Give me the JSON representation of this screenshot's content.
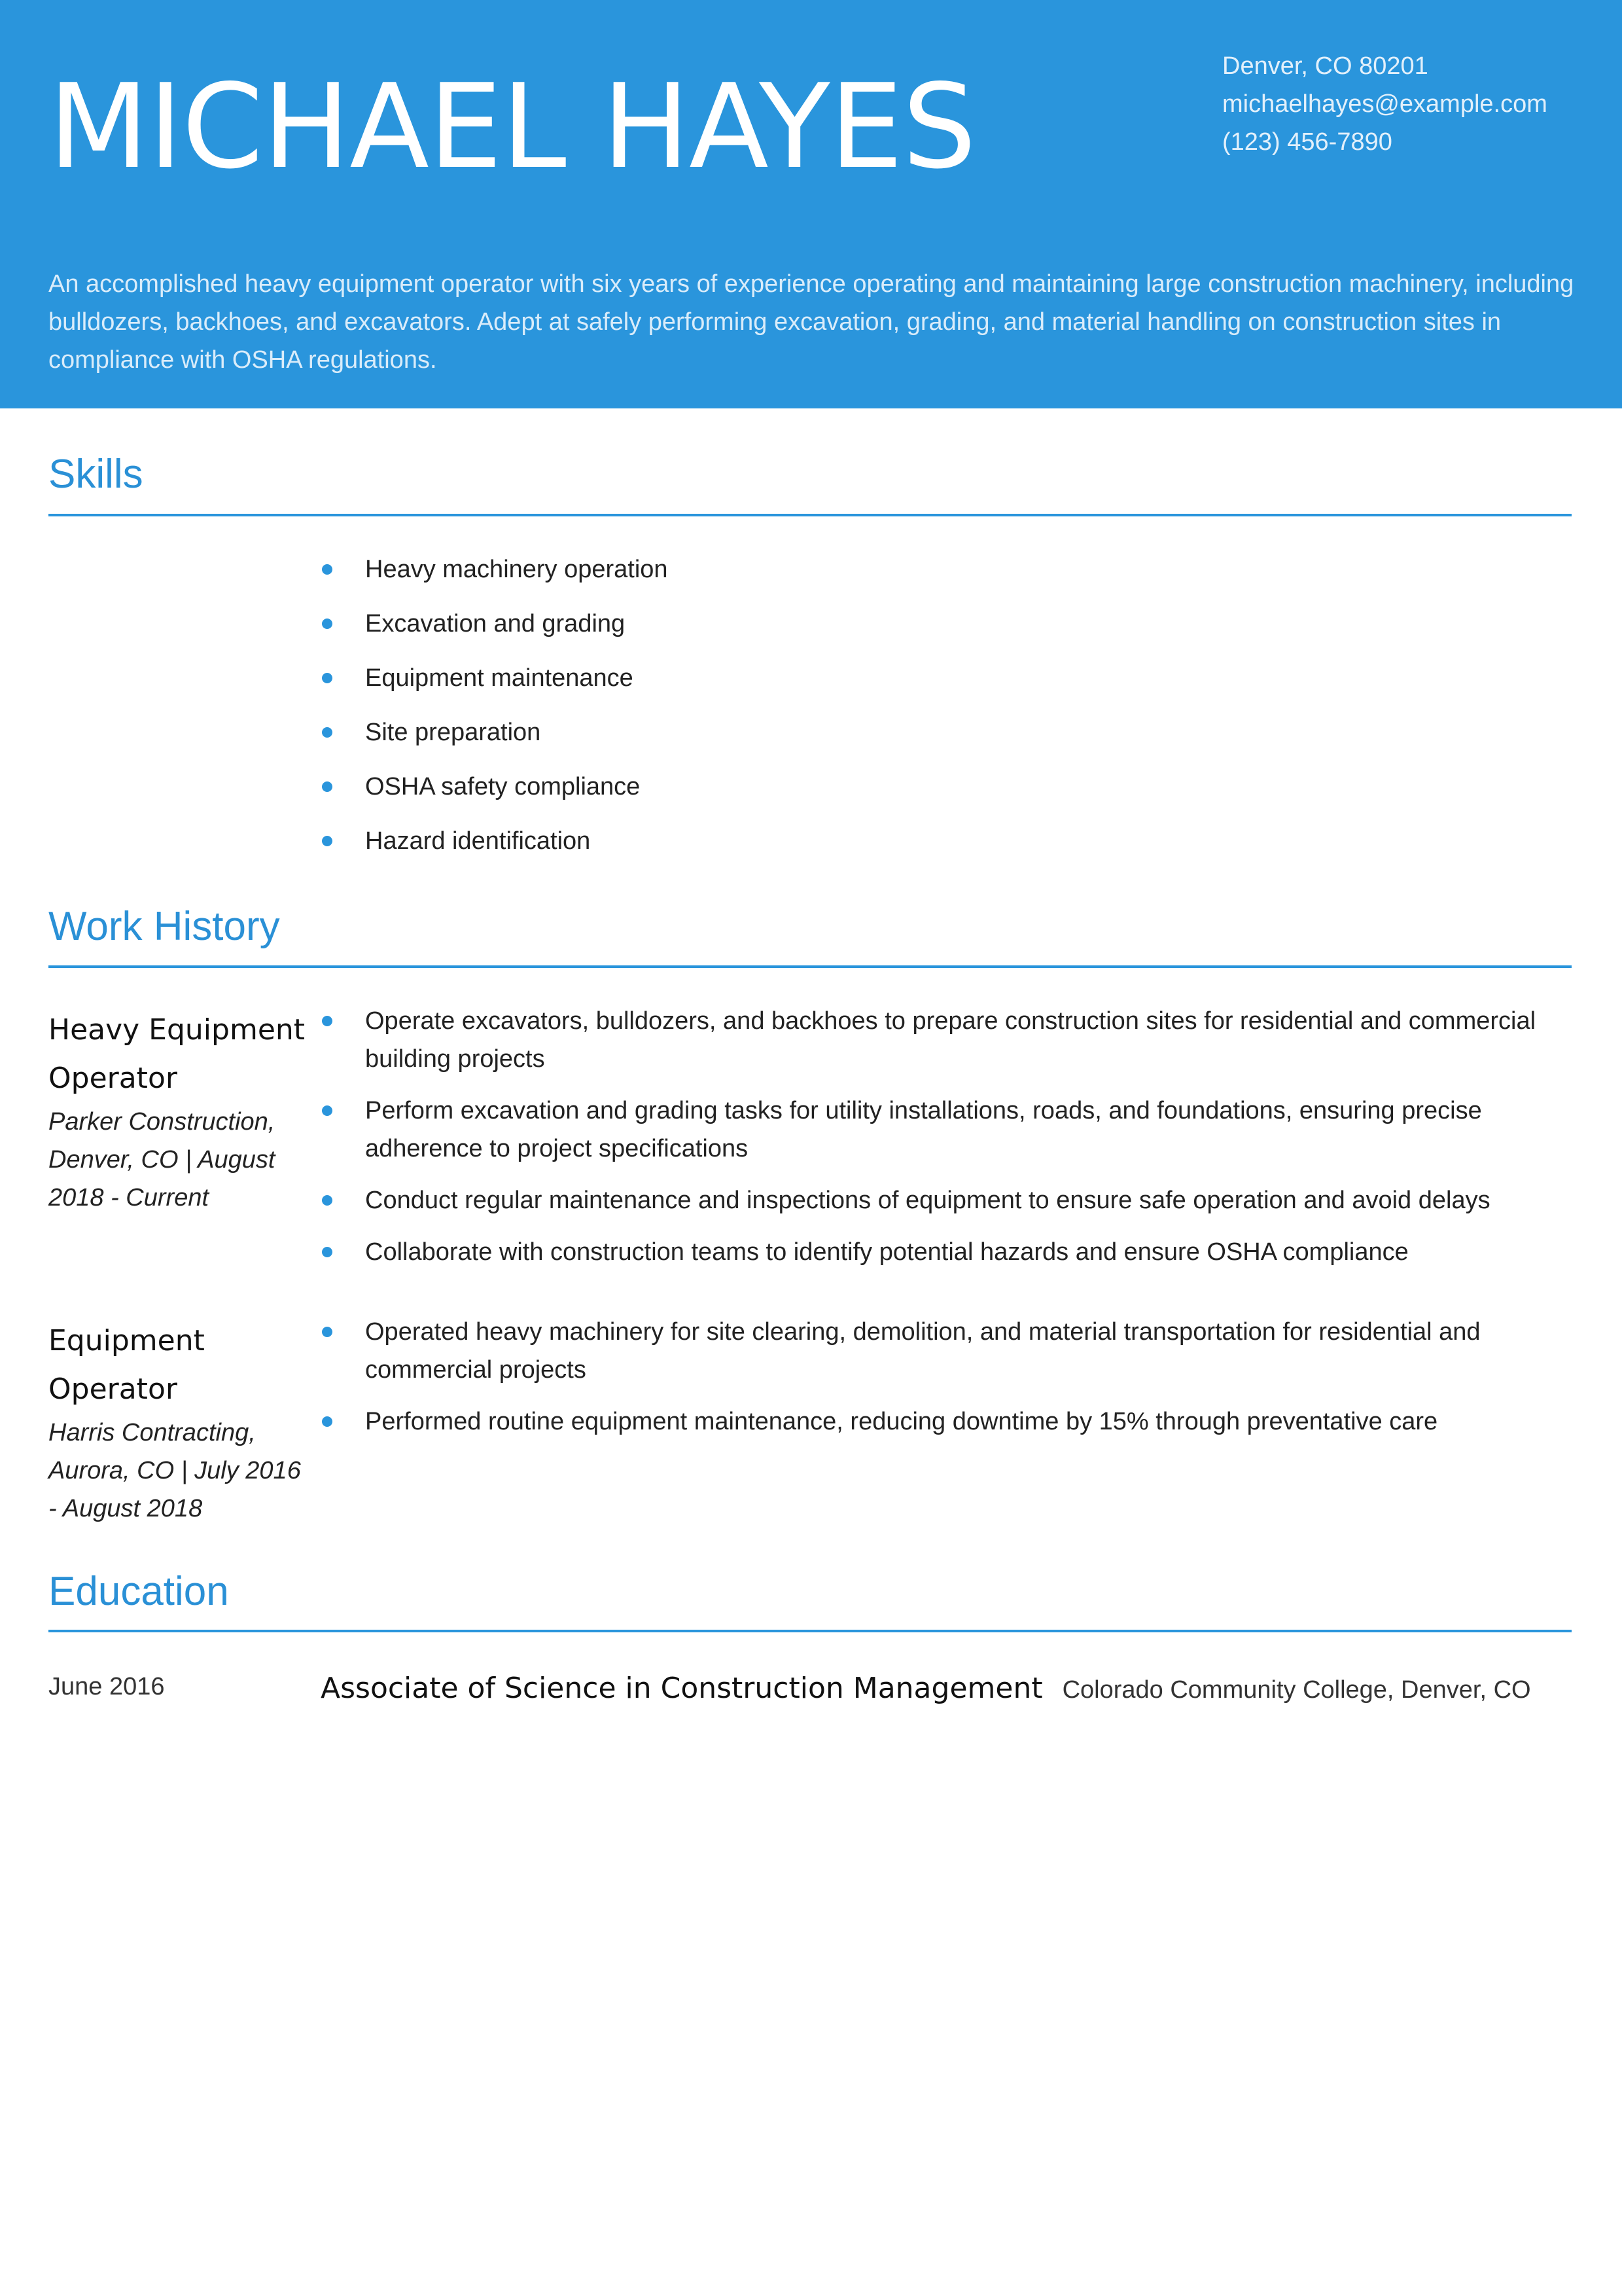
{
  "header": {
    "name": "MICHAEL HAYES",
    "contact": {
      "address": "Denver, CO 80201",
      "email": "michaelhayes@example.com",
      "phone": "(123) 456-7890"
    },
    "summary": "An accomplished heavy equipment operator with six years of experience operating and maintaining large construction machinery, including bulldozers, backhoes, and excavators. Adept at safely performing excavation, grading, and material handling on construction sites in compliance with OSHA regulations."
  },
  "skills": {
    "heading": "Skills",
    "items": [
      "Heavy machinery operation",
      "Excavation and grading",
      "Equipment maintenance",
      "Site preparation",
      "OSHA safety compliance",
      "Hazard identification"
    ]
  },
  "work_history": {
    "heading": "Work History",
    "jobs": [
      {
        "title": "Heavy Equipment Operator",
        "meta": "Parker Construction, Denver, CO | August 2018 - Current",
        "bullets": [
          "Operate excavators, bulldozers, and backhoes to prepare construction sites for residential and commercial building projects",
          "Perform excavation and grading tasks for utility installations, roads, and foundations, ensuring precise adherence to project specifications",
          "Conduct regular maintenance and inspections of equipment to ensure safe operation and avoid delays",
          "Collaborate with construction teams to identify potential hazards and ensure OSHA compliance"
        ]
      },
      {
        "title": "Equipment Operator",
        "meta": "Harris Contracting, Aurora, CO | July 2016 - August 2018",
        "bullets": [
          "Operated heavy machinery for site clearing, demolition, and material transportation for residential and commercial projects",
          "Performed routine equipment maintenance, reducing downtime by 15% through preventative care"
        ]
      }
    ]
  },
  "education": {
    "heading": "Education",
    "date": "June 2016",
    "degree": "Associate of Science in Construction Management",
    "school": "Colorado Community College, Denver, CO"
  },
  "colors": {
    "accent": "#2a95dc",
    "heading": "#2a90d6",
    "text": "#222222"
  }
}
